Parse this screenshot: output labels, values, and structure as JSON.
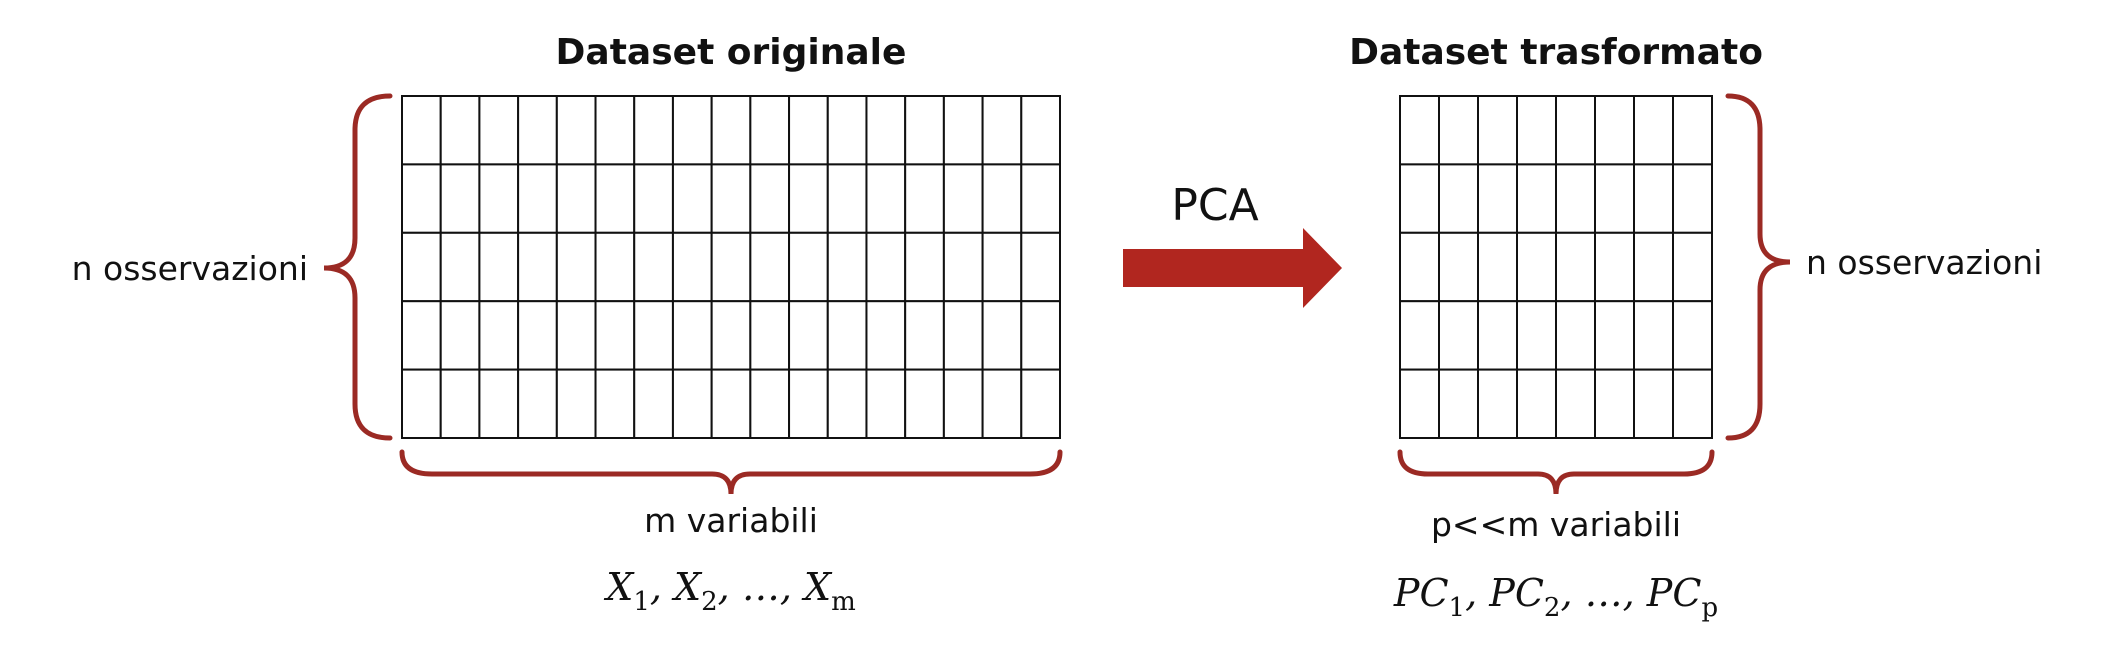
{
  "left": {
    "title": "Dataset originale",
    "rows_label": "n osservazioni",
    "cols_label": "m variabili",
    "vars": {
      "prefix": "X",
      "subs": [
        "1",
        "2",
        "m"
      ],
      "ellipsis": "…"
    },
    "grid": {
      "rows": 5,
      "cols": 17
    }
  },
  "arrow": {
    "label": "PCA"
  },
  "right": {
    "title": "Dataset trasformato",
    "rows_label": "n osservazioni",
    "cols_label": "p<<m variabili",
    "vars": {
      "prefix": "PC",
      "subs": [
        "1",
        "2",
        "p"
      ],
      "ellipsis": "…"
    },
    "grid": {
      "rows": 5,
      "cols": 8
    }
  },
  "colors": {
    "brace": "#9b2a24",
    "arrow": "#b1261f",
    "grid": "#111111"
  }
}
